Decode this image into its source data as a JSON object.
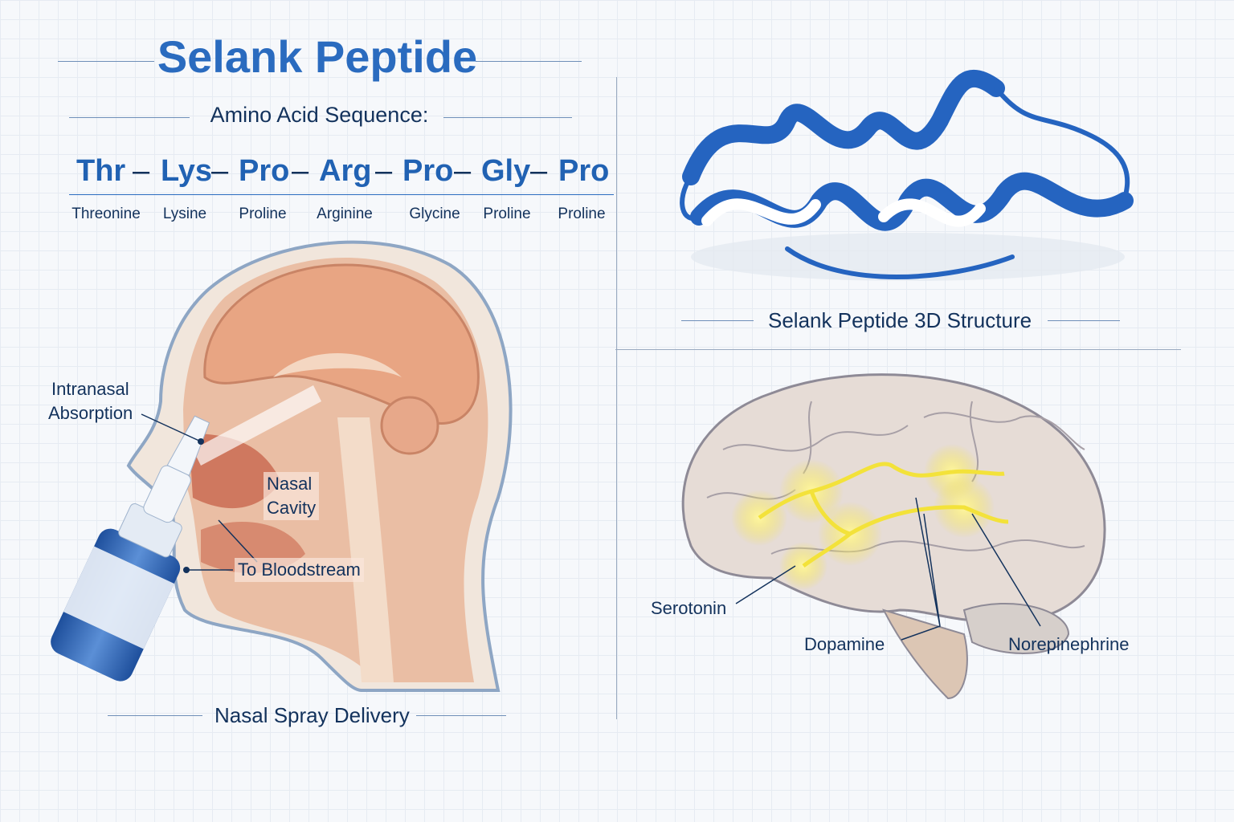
{
  "title": "Selank Peptide",
  "subtitle": "Amino Acid Sequence:",
  "sequence": [
    {
      "abbr": "Thr",
      "name": "Threonine"
    },
    {
      "abbr": "Lys",
      "name": "Lysine"
    },
    {
      "abbr": "Pro",
      "name": "Proline"
    },
    {
      "abbr": "Arg",
      "name": "Arginine"
    },
    {
      "abbr": "Pro",
      "name": "Glycine"
    },
    {
      "abbr": "Gly",
      "name": "Proline"
    },
    {
      "abbr": "Pro",
      "name": "Proline"
    }
  ],
  "separator": "–",
  "nasal": {
    "absorption_line1": "Intranasal",
    "absorption_line2": "Absorption",
    "cavity_line1": "Nasal",
    "cavity_line2": "Cavity",
    "bloodstream": "To Bloodstream",
    "caption": "Nasal Spray Delivery"
  },
  "structure_caption": "Selank Peptide 3D Structure",
  "brain": {
    "serotonin": "Serotonin",
    "dopamine": "Dopamine",
    "norepinephrine": "Norepinephrine"
  },
  "colors": {
    "accent": "#2a6bbf",
    "text": "#13325c",
    "glow": "#f3e23a"
  }
}
